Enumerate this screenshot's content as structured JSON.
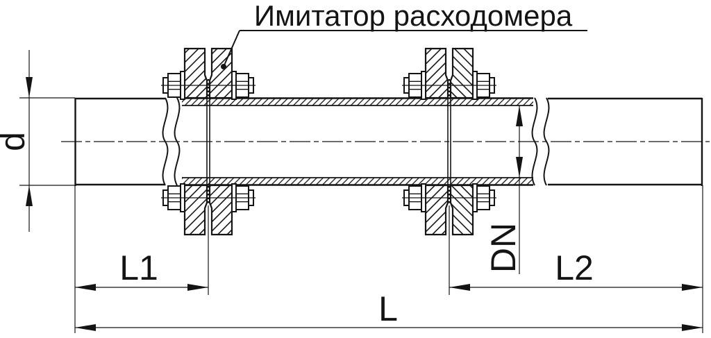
{
  "title": "Имитатор расходомера",
  "labels": {
    "d": "d",
    "dn": "DN",
    "l1": "L1",
    "l2": "L2",
    "l": "L"
  },
  "colors": {
    "background": "#ffffff",
    "line": "#141414"
  }
}
